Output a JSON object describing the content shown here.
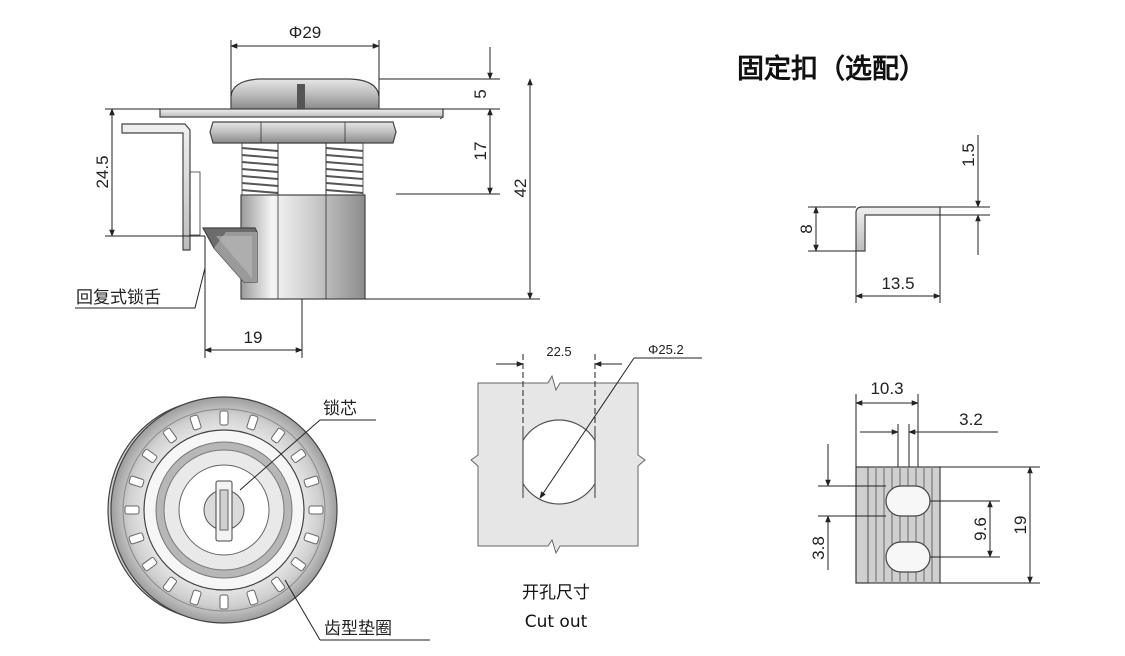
{
  "title": "固定扣（选配）",
  "side_view": {
    "dim_diameter": "Φ29",
    "dim_top": "5",
    "dim_thread": "17",
    "dim_total": "42",
    "dim_left": "24.5",
    "dim_bottom": "19",
    "label_latch": "回复式锁舌"
  },
  "front_view": {
    "label_core": "锁芯",
    "label_washer": "齿型垫圈"
  },
  "cutout": {
    "dim_width": "22.5",
    "dim_diameter": "Φ25.2",
    "caption_cn": "开孔尺寸",
    "caption_en": "Cut out"
  },
  "clip_side": {
    "dim_thickness": "1.5",
    "dim_height": "8",
    "dim_length": "13.5"
  },
  "clip_front": {
    "dim_width": "10.3",
    "dim_inner": "3.2",
    "dim_left": "3.8",
    "dim_mid": "9.6",
    "dim_total": "19"
  },
  "colors": {
    "line": "#222222",
    "metal_light": "#f2f2f2",
    "metal_mid": "#c9c9c9",
    "metal_dark": "#8a8a8a",
    "panel": "#e8e8e8"
  }
}
